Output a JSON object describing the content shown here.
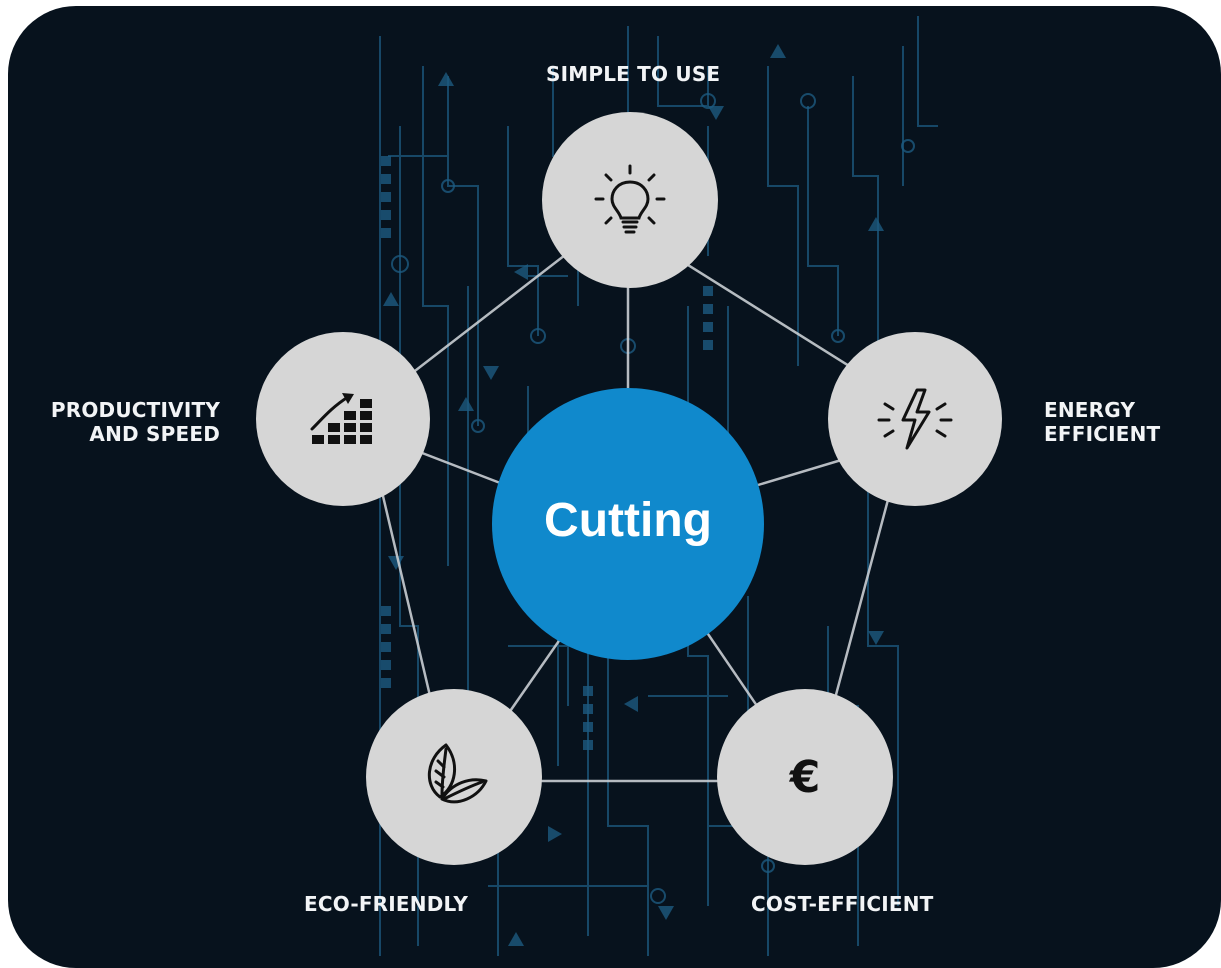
{
  "center": {
    "label": "Cutting",
    "color": "#1089cc"
  },
  "nodes": [
    {
      "id": "simple",
      "icon": "lightbulb-icon",
      "label_lines": [
        "SIMPLE TO USE"
      ]
    },
    {
      "id": "energy",
      "icon": "lightning-icon",
      "label_lines": [
        "ENERGY",
        "EFFICIENT"
      ]
    },
    {
      "id": "cost",
      "icon": "euro-icon",
      "icon_text": "€",
      "label_lines": [
        "COST-EFFICIENT"
      ]
    },
    {
      "id": "eco",
      "icon": "leaves-icon",
      "label_lines": [
        "ECO-FRIENDLY"
      ]
    },
    {
      "id": "productivity",
      "icon": "growth-chart-icon",
      "label_lines": [
        "PRODUCTIVITY",
        "AND SPEED"
      ]
    }
  ],
  "colors": {
    "background": "#07121d",
    "node_fill": "#d6d6d6",
    "connector": "#c9ced3",
    "circuit": "#1e5f86"
  }
}
